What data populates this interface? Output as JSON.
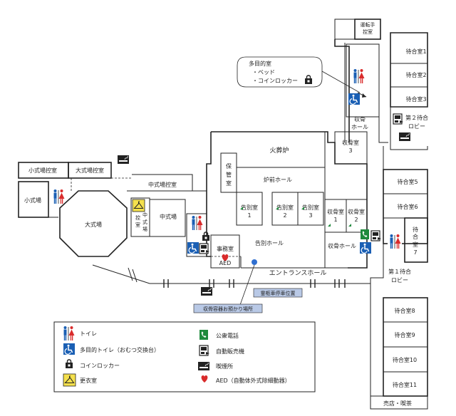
{
  "rooms": {
    "driver_room": [
      "運転手",
      "控室"
    ],
    "waiting_1": "待合室1",
    "waiting_2": "待合室2",
    "waiting_3": "待合室3",
    "waiting_5": "待合室5",
    "waiting_6": "待合室6",
    "waiting_7": [
      "待",
      "合",
      "室",
      "7"
    ],
    "waiting_8": "待合室8",
    "waiting_9": "待合室9",
    "waiting_10": "待合室10",
    "waiting_11": "待合室11",
    "lobby_2": [
      "第２待合",
      "ロビー"
    ],
    "lobby_1": [
      "第１待合",
      "ロビー"
    ],
    "shop": "売店・喫茶",
    "bone_hall_top": [
      "収骨",
      "ホール"
    ],
    "bone_room_3": [
      "収骨室",
      "3"
    ],
    "cremation": "火葬炉",
    "furnace_hall": "炉前ホール",
    "storage": [
      "保",
      "管",
      "室"
    ],
    "farewell_1": [
      "告別室",
      "1"
    ],
    "farewell_2": [
      "告別室",
      "2"
    ],
    "farewell_3": [
      "告別室",
      "3"
    ],
    "bone_room_1": [
      "収骨室",
      "1"
    ],
    "bone_room_2": [
      "収骨室",
      "2"
    ],
    "farewell_hall": "告別ホール",
    "bone_hall": "収骨ホール",
    "office": "事務室",
    "entrance_hall": "エントランスホール",
    "small_hall_waiting": "小式場控室",
    "large_hall_waiting": "大式場控室",
    "small_hall": "小式場",
    "large_hall": "大式場",
    "mid_hall_waiting": "中式場控室",
    "mid_hall": "中式場",
    "mid_hall_control": [
      "控",
      "室"
    ],
    "mid_hall_control_2": [
      "中",
      "式",
      "場"
    ]
  },
  "callout": {
    "title": "多目的室",
    "items": [
      "・ベッド",
      "・コインロッカー"
    ]
  },
  "signs": {
    "hearse": "霊柩車停車位置",
    "urn_storage": "収骨容器お預かり場所"
  },
  "aed_mark": "AED",
  "legend": {
    "items": [
      {
        "icon": "toilet-icon",
        "label": "トイレ"
      },
      {
        "icon": "multipurpose-toilet-icon",
        "label": "多目的トイレ（おむつ交換台）"
      },
      {
        "icon": "coin-locker-icon",
        "label": "コインロッカー"
      },
      {
        "icon": "changing-room-icon",
        "label": "更衣室"
      },
      {
        "icon": "public-phone-icon",
        "label": "公衆電話"
      },
      {
        "icon": "vending-machine-icon",
        "label": "自動販売機"
      },
      {
        "icon": "smoking-area-icon",
        "label": "喫煙所"
      },
      {
        "icon": "aed-icon",
        "label": "AED（自動体外式除細動器）"
      }
    ]
  },
  "colors": {
    "accessible_blue": "#1a5fb4",
    "female_red": "#d92b2b",
    "phone_green": "#1e8a3c",
    "sign_blue": "#b9c9e6",
    "changing_yellow": "#f4e04d",
    "dot_blue": "#2f6fd0"
  }
}
